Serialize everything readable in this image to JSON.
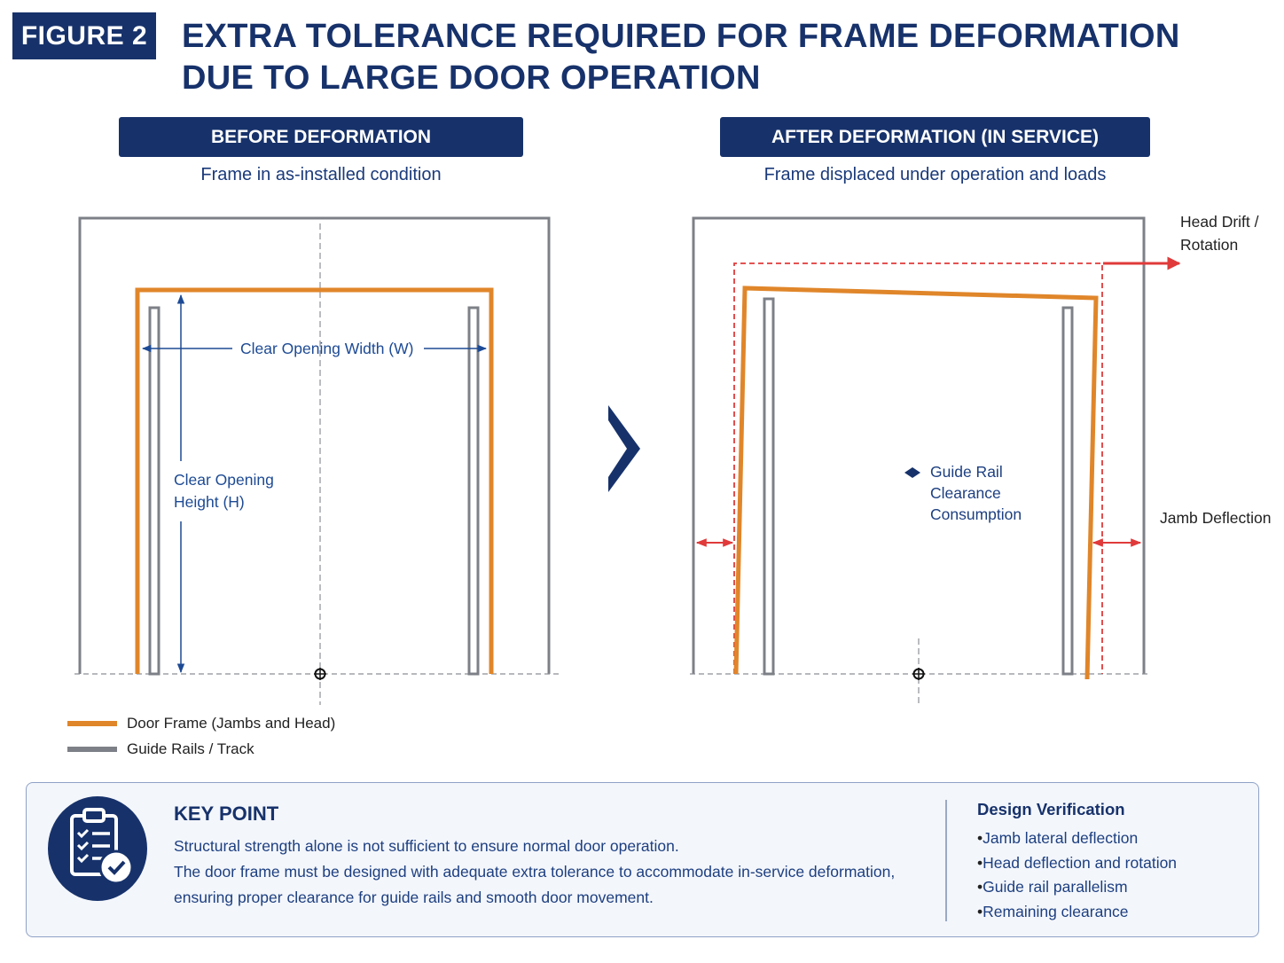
{
  "figure": {
    "badge": "FIGURE 2",
    "title_line1": "EXTRA TOLERANCE REQUIRED FOR FRAME DEFORMATION",
    "title_line2": "DUE TO LARGE DOOR OPERATION"
  },
  "before": {
    "header": "BEFORE DEFORMATION",
    "subtitle": "Frame in as-installed condition",
    "width_label": "Clear Opening Width (W)",
    "height_label_line1": "Clear Opening",
    "height_label_line2": "Height (H)"
  },
  "after": {
    "header": "AFTER DEFORMATION (IN SERVICE)",
    "subtitle": "Frame displaced under operation and loads",
    "head_drift_line1": "Head Drift /",
    "head_drift_line2": "Rotation",
    "guide_rail_line1": "Guide Rail",
    "guide_rail_line2": "Clearance",
    "guide_rail_line3": "Consumption",
    "jamb_deflection": "Jamb Deflection"
  },
  "legend": {
    "frame": "Door Frame (Jambs and Head)",
    "rails": "Guide Rails / Track"
  },
  "colors": {
    "navy": "#17326b",
    "frame_orange": "#e0862a",
    "rail_gray": "#7d8087",
    "deform_red": "#e03a3a",
    "dim_blue": "#1d4a94"
  },
  "key_point": {
    "icon": "clipboard-check-icon",
    "title": "KEY POINT",
    "line1": "Structural strength alone is not sufficient to ensure normal door operation.",
    "line2": "The door frame must be designed with adequate extra tolerance to accommodate in-service deformation,",
    "line3": "ensuring proper clearance for guide rails and smooth door movement."
  },
  "design_verification": {
    "title": "Design Verification",
    "items": [
      "Jamb lateral deflection",
      "Head deflection and rotation",
      "Guide rail parallelism",
      "Remaining clearance"
    ]
  }
}
